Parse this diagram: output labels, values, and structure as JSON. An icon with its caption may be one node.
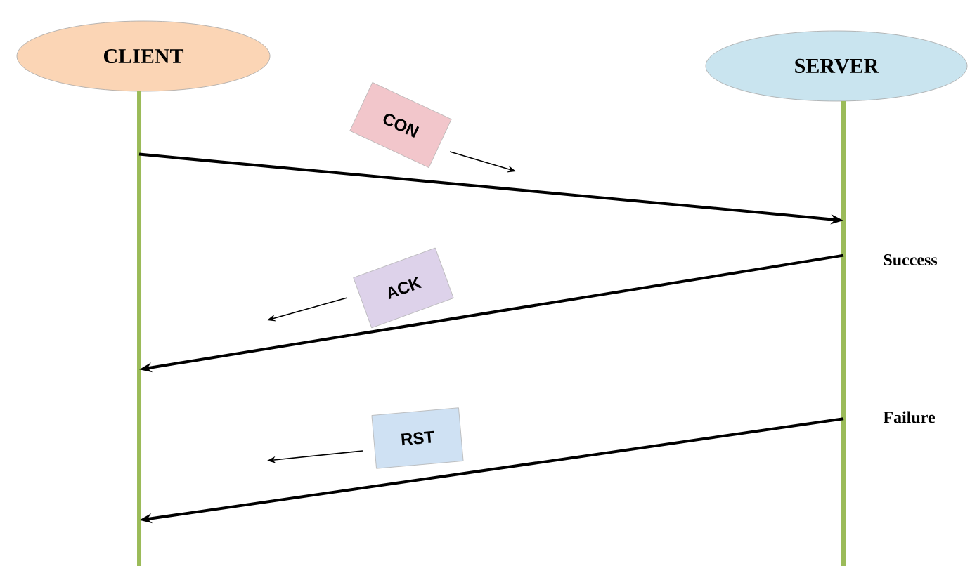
{
  "diagram": {
    "nodes": [
      {
        "text": [
          "CLIENT"
        ]
      },
      {
        "text": [
          "SERVER"
        ]
      },
      {
        "text": [],
        "shape": "bar"
      },
      {
        "text": [],
        "shape": "bar"
      },
      {
        "text": [
          "CON"
        ]
      },
      {
        "text": [
          "ACK"
        ]
      },
      {
        "text": [
          "RST"
        ]
      }
    ],
    "edges": [
      {
        "from": 2,
        "to": 3,
        "arrow": "to"
      },
      {
        "from": 3,
        "to": 2,
        "arrow": "to"
      },
      {
        "from": 3,
        "to": 2,
        "arrow": "to"
      }
    ],
    "labels": [
      "Success",
      "Failure"
    ]
  }
}
